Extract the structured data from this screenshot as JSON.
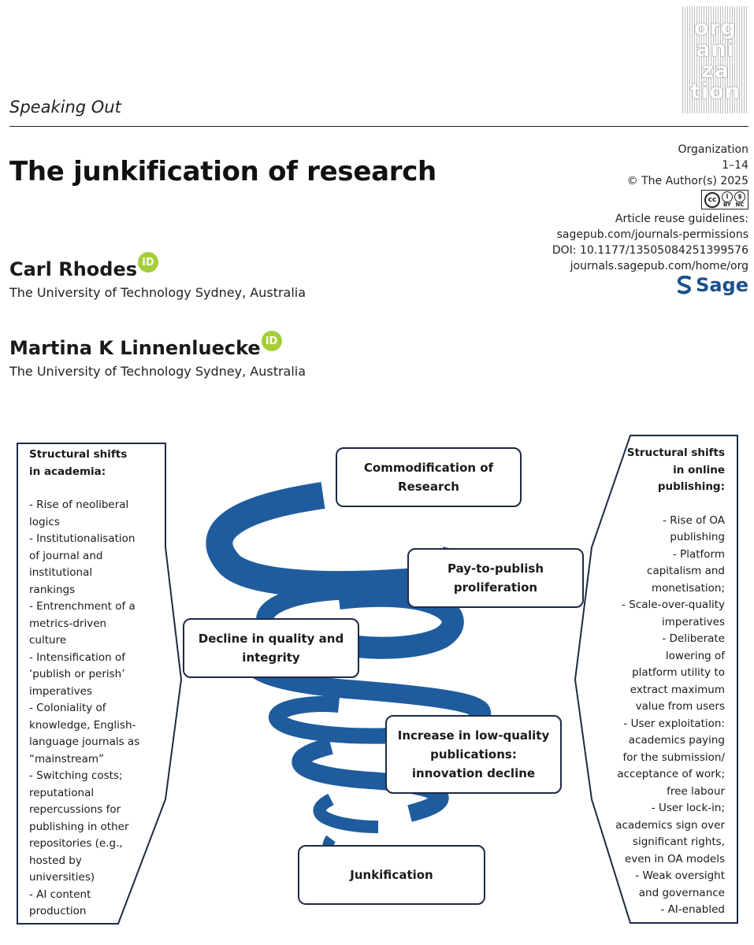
{
  "journal_logo": {
    "lines": [
      "org",
      "ani",
      "za",
      "tion"
    ]
  },
  "section_label": "Speaking Out",
  "article_title": "The junkification of research",
  "meta": {
    "journal": "Organization",
    "pages": "1–14",
    "copyright": "© The Author(s) 2025",
    "cc_license": {
      "icons": [
        "cc",
        "i",
        "$"
      ],
      "labels": [
        "BY",
        "NC"
      ]
    },
    "reuse_label": "Article reuse guidelines:",
    "reuse_url": "sagepub.com/journals-permissions",
    "doi": "DOI: 10.1177/13505084251399576",
    "journal_url": "journals.sagepub.com/home/org",
    "publisher": "Sage"
  },
  "authors": [
    {
      "name": "Carl Rhodes",
      "orcid_icon": "iD",
      "affiliation": "The University of Technology Sydney, Australia"
    },
    {
      "name": "Martina K Linnenluecke",
      "orcid_icon": "iD",
      "affiliation": "The University of Technology Sydney, Australia"
    }
  ],
  "figure": {
    "accent_color": "#1f5c9e",
    "left_panel": {
      "heading": [
        "Structural shifts",
        "in academia:"
      ],
      "lines": [
        "- Rise of neoliberal",
        "logics",
        "- Institutionalisation",
        "of journal and",
        "institutional",
        "rankings",
        "- Entrenchment of a",
        "metrics-driven",
        "culture",
        "- Intensification of",
        "‘publish or perish’",
        "imperatives",
        "- Coloniality of",
        "knowledge, English-",
        "language journals as",
        "“mainstream”",
        "- Switching costs;",
        "reputational",
        "repercussions for",
        "publishing in other",
        "repositories (e.g.,",
        "hosted by",
        "universities)",
        "- AI content",
        "production"
      ]
    },
    "right_panel": {
      "heading": [
        "Structural shifts",
        "in online",
        "publishing:"
      ],
      "lines": [
        "- Rise of OA",
        "publishing",
        "- Platform",
        "capitalism and",
        "monetisation;",
        "- Scale-over-quality",
        "imperatives",
        "- Deliberate",
        "lowering of",
        "platform utility to",
        "extract maximum",
        "value from users",
        "- User exploitation:",
        "academics paying",
        "for the submission/",
        "acceptance of work;",
        "free labour",
        "- User lock-in;",
        "academics sign over",
        "significant rights,",
        "even in OA models",
        "- Weak oversight",
        "and governance",
        "- AI-enabled"
      ]
    },
    "stages": [
      {
        "lines": [
          "Commodification of",
          "Research"
        ]
      },
      {
        "lines": [
          "Pay-to-publish",
          "proliferation"
        ]
      },
      {
        "lines": [
          "Decline in quality and",
          "integrity"
        ]
      },
      {
        "lines": [
          "Increase in low-quality",
          "publications:",
          "innovation decline"
        ]
      },
      {
        "lines": [
          "Junkification"
        ]
      }
    ]
  }
}
